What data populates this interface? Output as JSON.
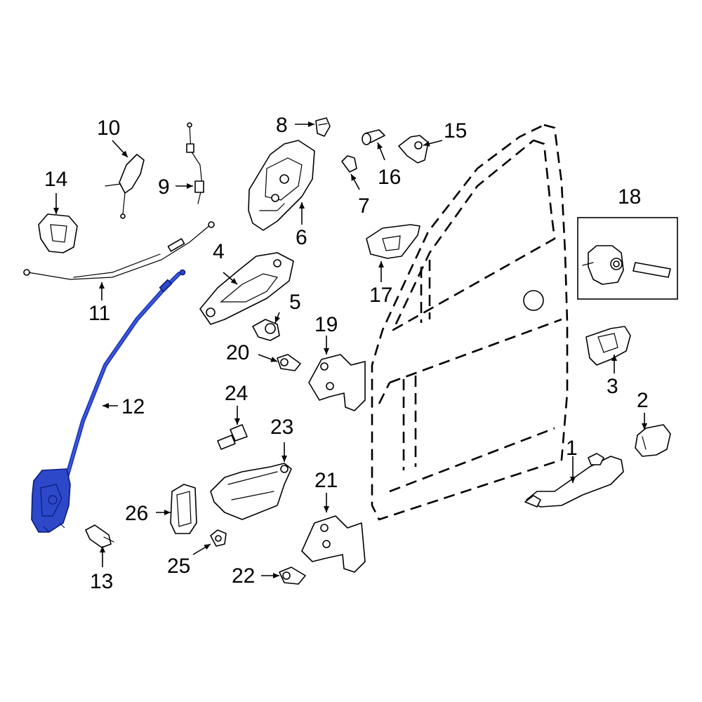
{
  "highlight_color": "#2d49c9",
  "labels": {
    "p1": "1",
    "p2": "2",
    "p3": "3",
    "p4": "4",
    "p5": "5",
    "p6": "6",
    "p7": "7",
    "p8": "8",
    "p9": "9",
    "p10": "10",
    "p11": "11",
    "p12": "12",
    "p13": "13",
    "p14": "14",
    "p15": "15",
    "p16": "16",
    "p17": "17",
    "p18": "18",
    "p19": "19",
    "p20": "20",
    "p21": "21",
    "p22": "22",
    "p23": "23",
    "p24": "24",
    "p25": "25",
    "p26": "26"
  }
}
